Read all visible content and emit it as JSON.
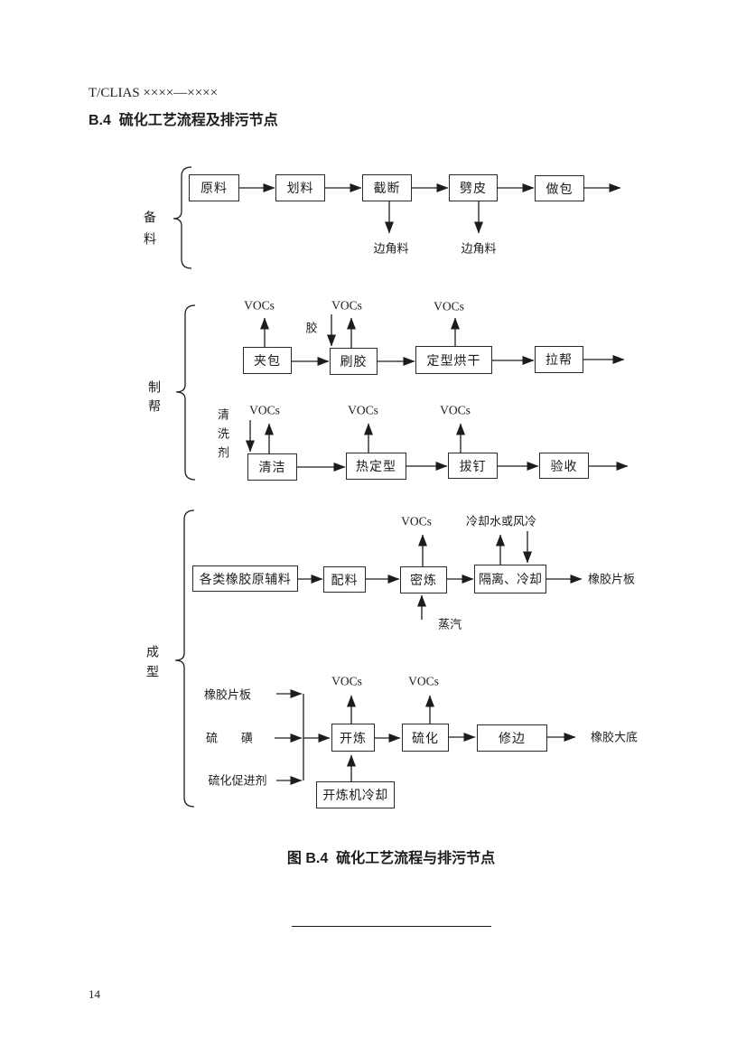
{
  "colors": {
    "ink": "#1c1c1c",
    "paper": "#ffffff"
  },
  "page": {
    "doc_code": "T/CLIAS ××××—××××",
    "section_heading": "B.4  硫化工艺流程及排污节点",
    "figure_caption": "图 B.4  硫化工艺流程与排污节点",
    "page_number": "14"
  },
  "groups": {
    "preparation": "备料",
    "upper_making": "制帮",
    "forming": "成型"
  },
  "boxes": {
    "raw_material": "原料",
    "marking": "划料",
    "cut_off": "截断",
    "splitting": "劈皮",
    "making_bale": "做包",
    "clamping": "夹包",
    "gluing": "刷胶",
    "shaping_drying": "定型烘干",
    "lasting": "拉帮",
    "cleaning": "清洁",
    "heat_setting": "热定型",
    "nail_pulling": "拔钉",
    "inspection": "验收",
    "rubber_raw_aux_materials": "各类橡胶原辅料",
    "compounding": "配料",
    "internal_mixing": "密炼",
    "isolation_cooling": "隔离、冷却",
    "open_milling": "开炼",
    "vulcanization": "硫化",
    "trimming": "修边",
    "mill_cooling": "开炼机冷却"
  },
  "labels": {
    "vocs": "VOCs",
    "glue": "胶",
    "scrap": "边角料",
    "cleaning_agent": "清洗剂",
    "steam": "蒸汽",
    "cooling_water_or_air": "冷却水或风冷",
    "rubber_sheet": "橡胶片板",
    "sulfur": "硫　　磺",
    "vulcanization_accelerator": "硫化促进剂",
    "rubber_outsole": "橡胶大底"
  }
}
